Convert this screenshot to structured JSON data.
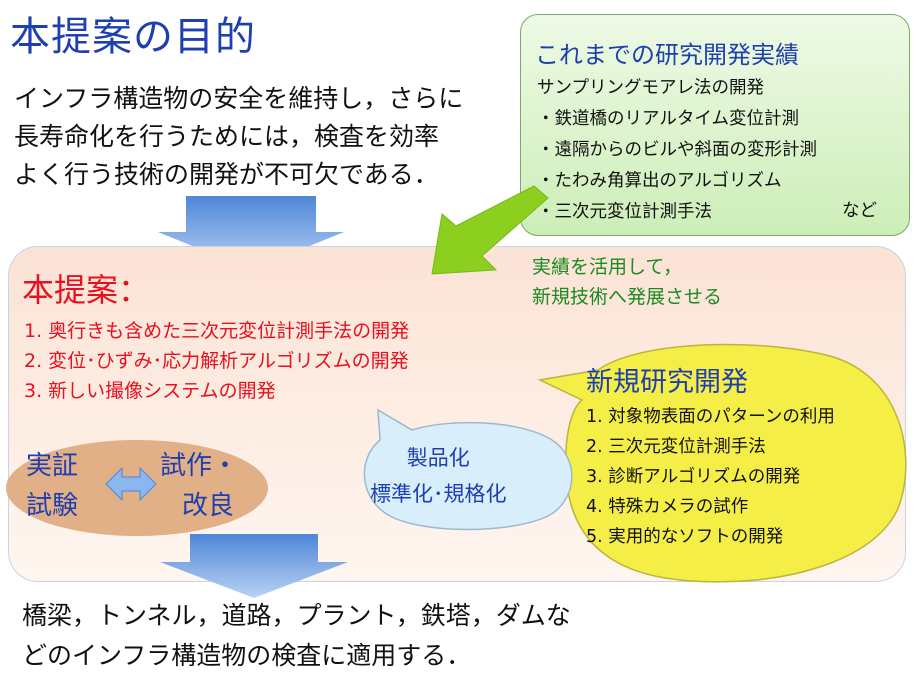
{
  "title": "本提案の目的",
  "intro": {
    "lines": [
      "インフラ構造物の安全を維持し，さらに",
      "長寿命化を行うためには，検査を効率",
      "よく行う技術の開発が不可欠である．"
    ]
  },
  "achievements": {
    "title": "これまでの研究開発実績",
    "lines": [
      "サンプリングモアレ法の開発",
      "・鉄道橋のリアルタイム変位計測",
      "・遠隔からのビルや斜面の変形計測",
      "・たわみ角算出のアルゴリズム",
      "・三次元変位計測手法"
    ],
    "suffix": "など"
  },
  "utilize": {
    "lines": [
      "実績を活用して，",
      "新規技術へ発展させる"
    ]
  },
  "proposal": {
    "title": "本提案：",
    "items": [
      "1. 奥行きも含めた三次元変位計測手法の開発",
      "2. 変位･ひずみ･応力解析アルゴリズムの開発",
      "3. 新しい撮像システムの開発"
    ]
  },
  "cycle": {
    "left": [
      "実証",
      "試験"
    ],
    "right": [
      "試作・",
      "改良"
    ]
  },
  "productize": {
    "lines": [
      "製品化",
      "標準化･規格化"
    ]
  },
  "new_rd": {
    "title": "新規研究開発",
    "items": [
      "1. 対象物表面のパターンの利用",
      "2. 三次元変位計測手法",
      "3. 診断アルゴリズムの開発",
      "4. 特殊カメラの試作",
      "5. 実用的なソフトの開発"
    ]
  },
  "application": {
    "lines": [
      "橋梁，トンネル，道路，プラント，鉄塔，ダムな",
      "どのインフラ構造物の検査に適用する．"
    ]
  },
  "colors": {
    "title_blue": "#1f3fb0",
    "proposal_red": "#e8101e",
    "utilize_green": "#1b8a22",
    "arrow_blue": "#6a9be0",
    "arrow_green": "#8ccf1e",
    "bubble_yellow": "#f4ee46"
  }
}
